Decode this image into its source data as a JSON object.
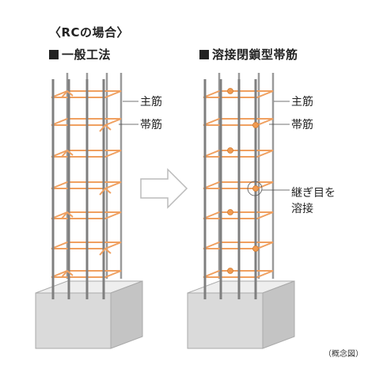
{
  "title": "〈RCの場合〉",
  "left_column": {
    "heading": "一般工法",
    "labels": {
      "main_bar": "主筋",
      "hoop": "帯筋"
    }
  },
  "right_column": {
    "heading": "溶接閉鎖型帯筋",
    "labels": {
      "main_bar": "主筋",
      "hoop": "帯筋",
      "weld_line1": "継ぎ目を",
      "weld_line2": "溶接"
    }
  },
  "footnote": "（概念図）",
  "colors": {
    "rebar": "#7f7f7f",
    "hoop": "#f0a060",
    "weld": "#f09a50",
    "concrete": "#dadada",
    "arrow": "#bbbbbb",
    "heading_square": "#222222"
  },
  "icons": {
    "arrow": "arrow-right-icon",
    "heading_marker": "square-marker-icon"
  }
}
